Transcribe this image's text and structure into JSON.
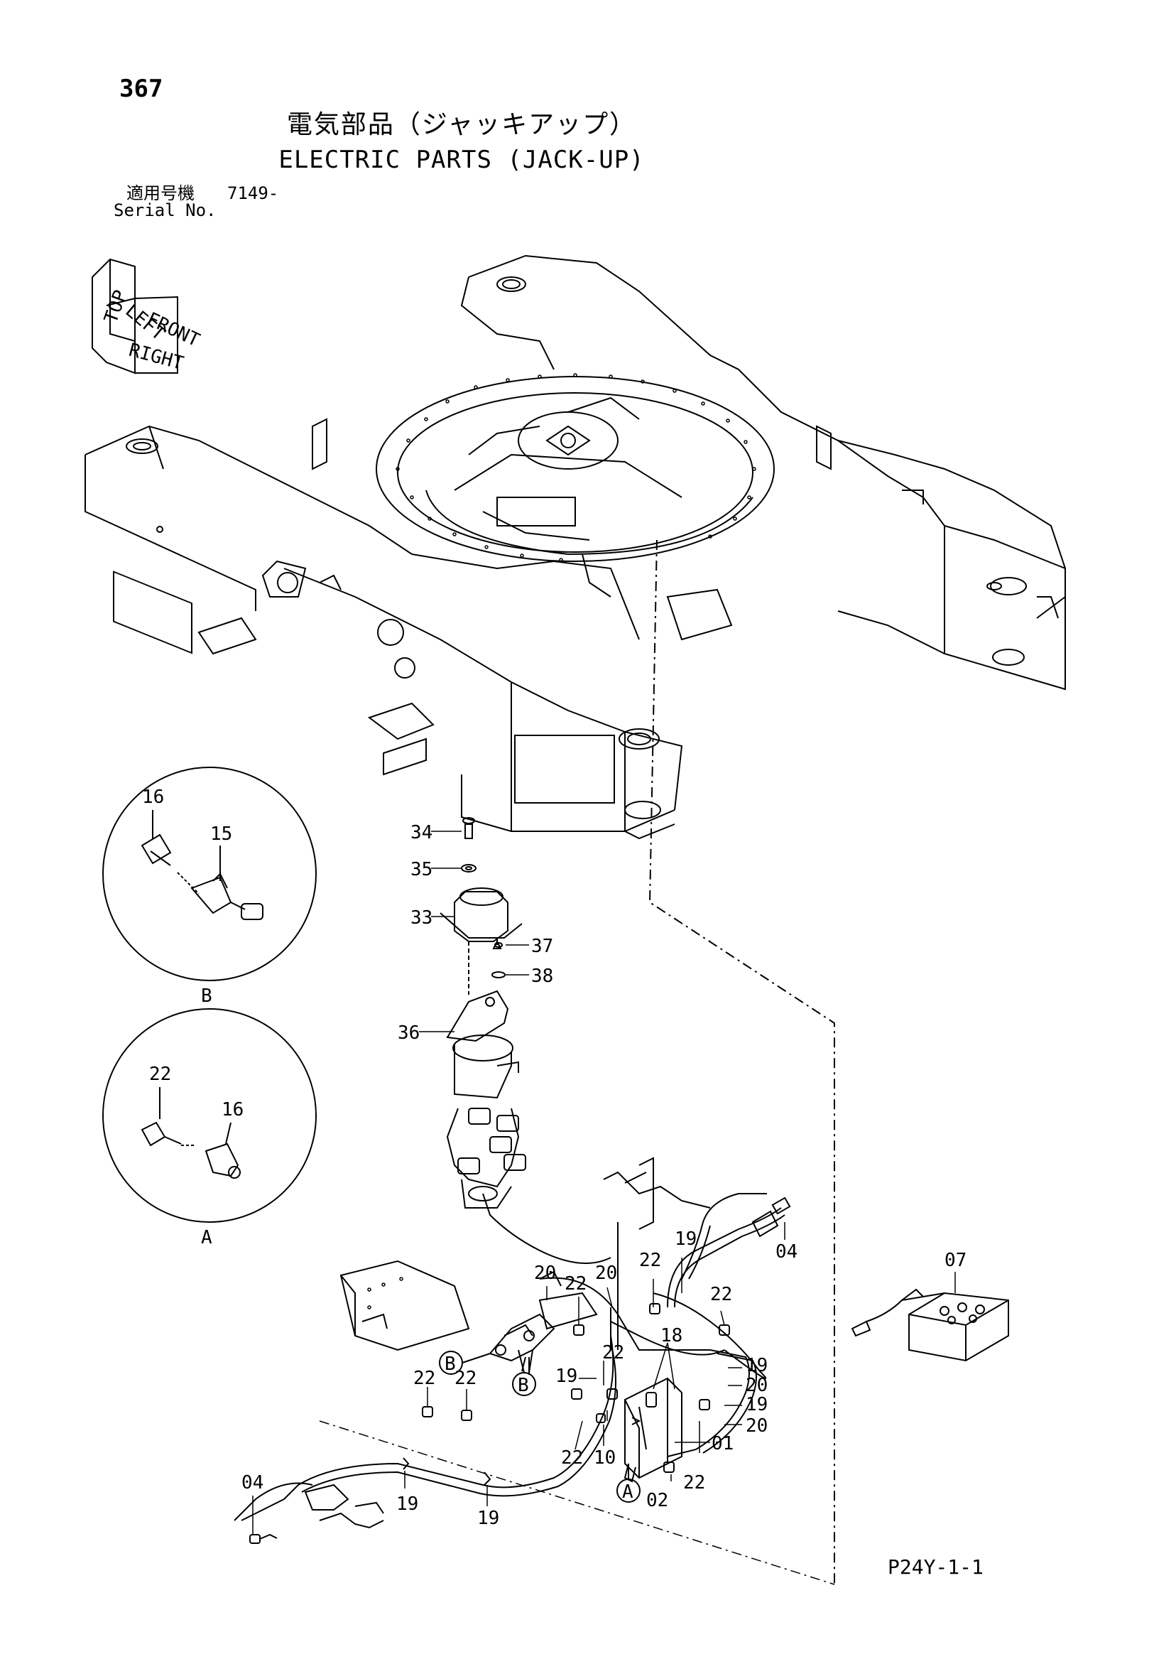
{
  "header": {
    "page_number": "367",
    "title_jp": "電気部品（ジャッキアップ）",
    "title_en": "ELECTRIC PARTS (JACK-UP)",
    "serial_label_jp": "適用号機",
    "serial_value": "7149-",
    "serial_label_en": "Serial No."
  },
  "orientation": {
    "top": "TOP",
    "front": "FRONT",
    "left": "LEFT",
    "right": "RIGHT"
  },
  "details": {
    "b": {
      "view": "B",
      "parts": [
        "16",
        "15"
      ]
    },
    "a": {
      "view": "A",
      "parts": [
        "22",
        "16"
      ]
    }
  },
  "callouts": {
    "c34": "34",
    "c35": "35",
    "c33": "33",
    "c37": "37",
    "c38": "38",
    "c36": "36",
    "c04a": "04",
    "c04b": "04",
    "c07": "07",
    "c19a": "19",
    "c19b": "19",
    "c19c": "19",
    "c19d": "19",
    "c19e": "19",
    "c19f": "19",
    "c20a": "20",
    "c20b": "20",
    "c20c": "20",
    "c20d": "20",
    "c22a": "22",
    "c22b": "22",
    "c22c": "22",
    "c22d": "22",
    "c22e": "22",
    "c22f": "22",
    "c22g": "22",
    "c22h": "22",
    "c18": "18",
    "c10": "10",
    "c01": "01",
    "c02": "02"
  },
  "view_markers": {
    "b1": "B",
    "b2": "B",
    "a1": "A"
  },
  "footer": {
    "page_code": "P24Y-1-1"
  }
}
